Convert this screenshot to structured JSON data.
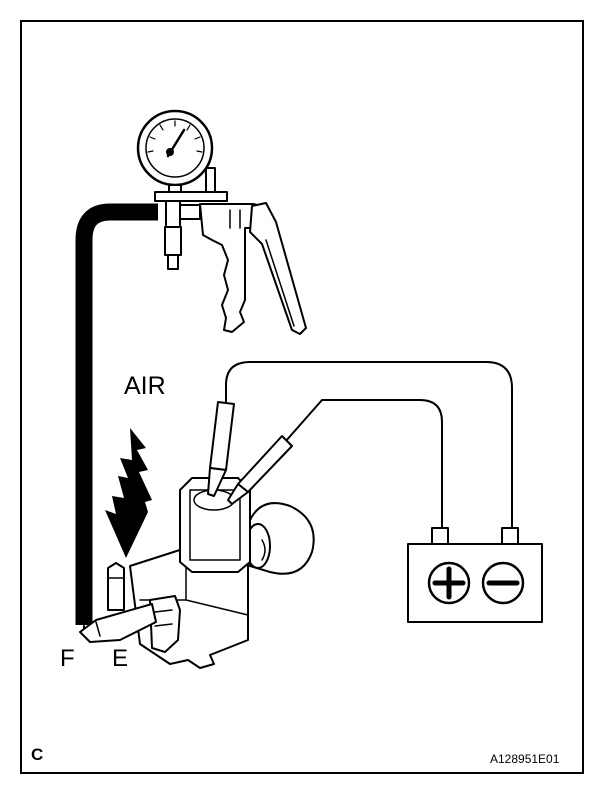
{
  "labels": {
    "air": "AIR",
    "port_f": "F",
    "port_e": "E",
    "corner": "C",
    "figure_id": "A128951E01"
  },
  "symbols": {
    "battery_positive": "plus-sign",
    "battery_negative": "minus-sign"
  },
  "colors": {
    "line": "#000000",
    "background": "#ffffff"
  }
}
